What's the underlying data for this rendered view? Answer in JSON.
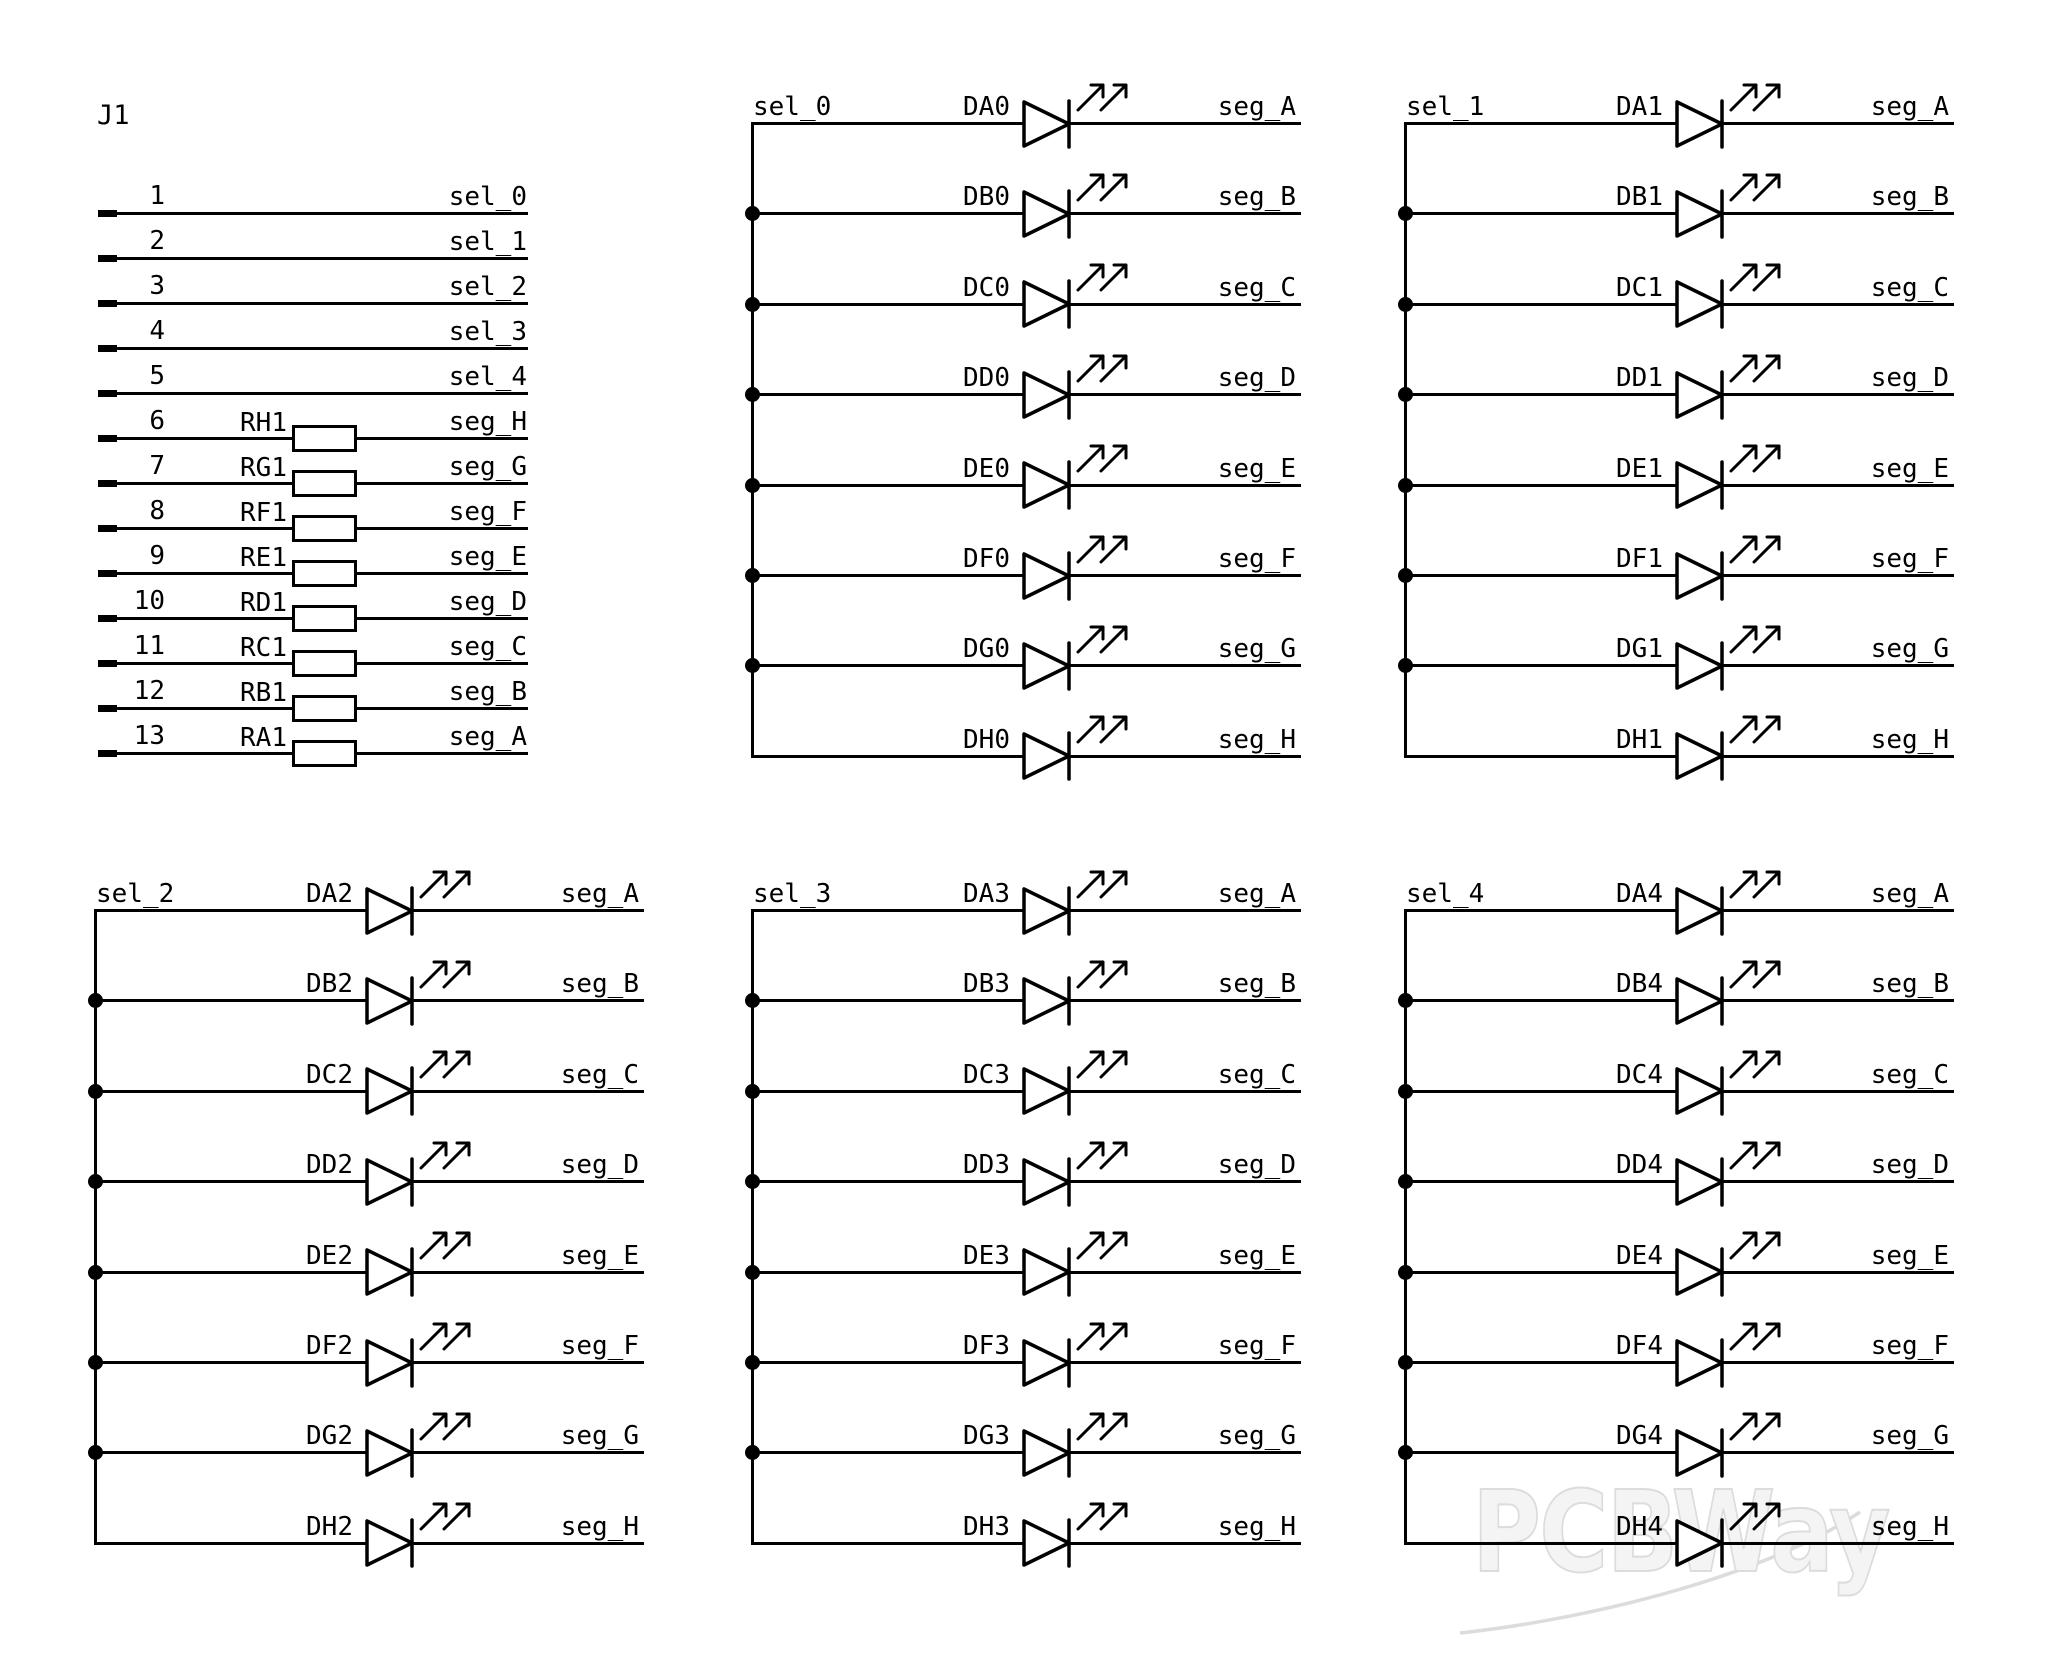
{
  "colors": {
    "line": "#000000",
    "background": "#ffffff",
    "watermark": "#dcdcdc"
  },
  "watermark": {
    "text": "PCBWay"
  },
  "connector": {
    "reference": "J1",
    "pins": [
      {
        "pin": "1",
        "net": "sel_0"
      },
      {
        "pin": "2",
        "net": "sel_1"
      },
      {
        "pin": "3",
        "net": "sel_2"
      },
      {
        "pin": "4",
        "net": "sel_3"
      },
      {
        "pin": "5",
        "net": "sel_4"
      },
      {
        "pin": "6",
        "resistor": "RH1",
        "net": "seg_H"
      },
      {
        "pin": "7",
        "resistor": "RG1",
        "net": "seg_G"
      },
      {
        "pin": "8",
        "resistor": "RF1",
        "net": "seg_F"
      },
      {
        "pin": "9",
        "resistor": "RE1",
        "net": "seg_E"
      },
      {
        "pin": "10",
        "resistor": "RD1",
        "net": "seg_D"
      },
      {
        "pin": "11",
        "resistor": "RC1",
        "net": "seg_C"
      },
      {
        "pin": "12",
        "resistor": "RB1",
        "net": "seg_B"
      },
      {
        "pin": "13",
        "resistor": "RA1",
        "net": "seg_A"
      }
    ]
  },
  "led_groups": [
    {
      "sel": "sel_0",
      "position": "top-middle",
      "rows": [
        {
          "ref": "DA0",
          "seg": "seg_A"
        },
        {
          "ref": "DB0",
          "seg": "seg_B"
        },
        {
          "ref": "DC0",
          "seg": "seg_C"
        },
        {
          "ref": "DD0",
          "seg": "seg_D"
        },
        {
          "ref": "DE0",
          "seg": "seg_E"
        },
        {
          "ref": "DF0",
          "seg": "seg_F"
        },
        {
          "ref": "DG0",
          "seg": "seg_G"
        },
        {
          "ref": "DH0",
          "seg": "seg_H"
        }
      ]
    },
    {
      "sel": "sel_1",
      "position": "top-right",
      "rows": [
        {
          "ref": "DA1",
          "seg": "seg_A"
        },
        {
          "ref": "DB1",
          "seg": "seg_B"
        },
        {
          "ref": "DC1",
          "seg": "seg_C"
        },
        {
          "ref": "DD1",
          "seg": "seg_D"
        },
        {
          "ref": "DE1",
          "seg": "seg_E"
        },
        {
          "ref": "DF1",
          "seg": "seg_F"
        },
        {
          "ref": "DG1",
          "seg": "seg_G"
        },
        {
          "ref": "DH1",
          "seg": "seg_H"
        }
      ]
    },
    {
      "sel": "sel_2",
      "position": "bottom-left",
      "rows": [
        {
          "ref": "DA2",
          "seg": "seg_A"
        },
        {
          "ref": "DB2",
          "seg": "seg_B"
        },
        {
          "ref": "DC2",
          "seg": "seg_C"
        },
        {
          "ref": "DD2",
          "seg": "seg_D"
        },
        {
          "ref": "DE2",
          "seg": "seg_E"
        },
        {
          "ref": "DF2",
          "seg": "seg_F"
        },
        {
          "ref": "DG2",
          "seg": "seg_G"
        },
        {
          "ref": "DH2",
          "seg": "seg_H"
        }
      ]
    },
    {
      "sel": "sel_3",
      "position": "bottom-middle",
      "rows": [
        {
          "ref": "DA3",
          "seg": "seg_A"
        },
        {
          "ref": "DB3",
          "seg": "seg_B"
        },
        {
          "ref": "DC3",
          "seg": "seg_C"
        },
        {
          "ref": "DD3",
          "seg": "seg_D"
        },
        {
          "ref": "DE3",
          "seg": "seg_E"
        },
        {
          "ref": "DF3",
          "seg": "seg_F"
        },
        {
          "ref": "DG3",
          "seg": "seg_G"
        },
        {
          "ref": "DH3",
          "seg": "seg_H"
        }
      ]
    },
    {
      "sel": "sel_4",
      "position": "bottom-right",
      "rows": [
        {
          "ref": "DA4",
          "seg": "seg_A"
        },
        {
          "ref": "DB4",
          "seg": "seg_B"
        },
        {
          "ref": "DC4",
          "seg": "seg_C"
        },
        {
          "ref": "DD4",
          "seg": "seg_D"
        },
        {
          "ref": "DE4",
          "seg": "seg_E"
        },
        {
          "ref": "DF4",
          "seg": "seg_F"
        },
        {
          "ref": "DG4",
          "seg": "seg_G"
        },
        {
          "ref": "DH4",
          "seg": "seg_H"
        }
      ]
    }
  ]
}
